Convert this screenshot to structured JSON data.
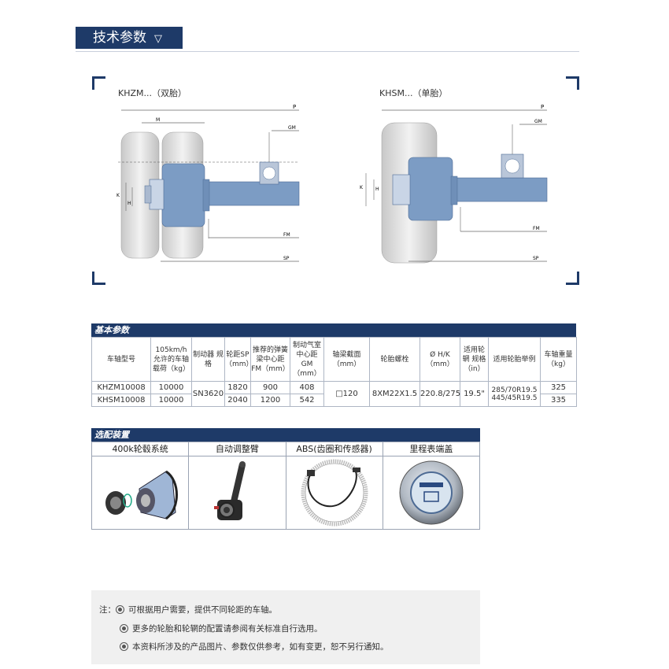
{
  "section_title": "技术参数",
  "section_title_icon": "triangle-down-icon",
  "diagrams": {
    "left_title": "KHZM...（双胎）",
    "right_title": "KHSM...（单胎）",
    "labels": {
      "p": "P",
      "m": "M",
      "gm": "GM",
      "fm": "FM",
      "sp": "SP",
      "k": "K",
      "h": "H"
    }
  },
  "spec_table": {
    "title": "基本参数",
    "headers": [
      "车轴型号",
      "105km/h 允许的车轴 载荷（kg）",
      "制动器 规格",
      "轮距SP （mm）",
      "推荐的弹簧 梁中心距 FM（mm）",
      "制动气室 中心距 GM（mm）",
      "轴梁截面 （mm）",
      "轮胎螺栓",
      "Ø H/K （mm）",
      "适用轮辋 规格 （in）",
      "适用轮胎举例",
      "车轴重量 （kg）"
    ],
    "rows": [
      {
        "model": "KHZM10008",
        "load": "10000",
        "sp": "1820",
        "fm": "900",
        "gm": "408",
        "weight": "325"
      },
      {
        "model": "KHSM10008",
        "load": "10000",
        "sp": "2040",
        "fm": "1200",
        "gm": "542",
        "weight": "335"
      }
    ],
    "shared": {
      "brake": "SN3620",
      "section": "□120",
      "bolt": "8XM22X1.5",
      "hk": "220.8/275",
      "rim": "19.5\"",
      "tire_1": "285/70R19.5",
      "tire_2": "445/45R19.5"
    }
  },
  "options": {
    "title": "选配装置",
    "items": [
      {
        "label": "400k轮毂系统",
        "icon": "wheel-hub-system-image"
      },
      {
        "label": "自动调整臂",
        "icon": "slack-adjuster-image"
      },
      {
        "label": "ABS(齿圈和传感器)",
        "icon": "abs-sensor-ring-image"
      },
      {
        "label": "里程表端盖",
        "icon": "hubodometer-cap-image"
      }
    ]
  },
  "notes": {
    "prefix": "注：",
    "lines": [
      "可根据用户需要，提供不同轮距的车轴。",
      "更多的轮胎和轮辋的配置请参阅有关标准自行选用。",
      "本资料所涉及的产品图片、参数仅供参考，如有变更，恕不另行通知。"
    ]
  },
  "colors": {
    "navy": "#1e3a68",
    "axle_blue": "#7c9cc4",
    "tire_gray": "#dcdcdc"
  }
}
